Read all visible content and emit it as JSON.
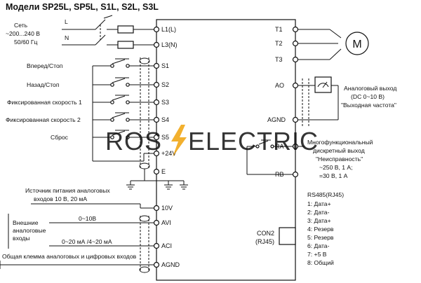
{
  "title": "Модели  SP25L, SP5L, S1L, S2L, S3L",
  "supply": {
    "line1": "Сеть",
    "line2": "~200...240 В",
    "line3": "50/60 Гц",
    "phase_l": "L",
    "phase_n": "N"
  },
  "inputs": {
    "s1": "Вперед/Стоп",
    "s2": "Назад/Стоп",
    "s3": "Фиксированная скорость 1",
    "s4": "Фиксированная скорость 2",
    "s5": "Сброс"
  },
  "left_terminals": {
    "l1": "L1(L)",
    "l3": "L3(N)",
    "s1": "S1",
    "s2": "S2",
    "s3": "S3",
    "s4": "S4",
    "s5": "S5",
    "p24": "+24V",
    "e": "E",
    "v10": "10V",
    "avi": "AVI",
    "aci": "ACI",
    "agnd": "AGND"
  },
  "right_terminals": {
    "t1": "T1",
    "t2": "T2",
    "t3": "T3",
    "ao": "AO",
    "agnd": "AGND",
    "ra": "RA",
    "rb": "RB",
    "con2_a": "CON2",
    "con2_b": "(RJ45)"
  },
  "motor": "M",
  "analog_out": {
    "l1": "Аналоговый выход",
    "l2": "(DC 0~10 В)",
    "l3": "\"Выходная частота\""
  },
  "relay_out": {
    "l1": "Многофункциональный",
    "l2": "дискретный выход",
    "l3": "\"Неисправность\"",
    "l4": "~250 В, 1 А;",
    "l5": "=30 В, 1 А"
  },
  "analog_in": {
    "supply_l1": "Источник питания аналоговых",
    "supply_l2": "входов 10 В, 20 мА",
    "ext_l1": "Внешние",
    "ext_l2": "аналоговые",
    "ext_l3": "входы",
    "v_range": "0~10В",
    "i_range": "0~20 мА /4~20 мА",
    "common": "Общая клемма аналоговых и цифровых входов"
  },
  "rs485": {
    "title": "RS485(RJ45)",
    "pins": [
      "1: Дата+",
      "2: Дата-",
      "3: Дата+",
      "4: Резерв",
      "5: Резерв",
      "6: Дата-",
      "7: +5 В",
      "8: Общий"
    ]
  },
  "watermark": {
    "left": "ROS",
    "right": "ELECTRIC",
    "bolt_color": "#f0a30a"
  }
}
